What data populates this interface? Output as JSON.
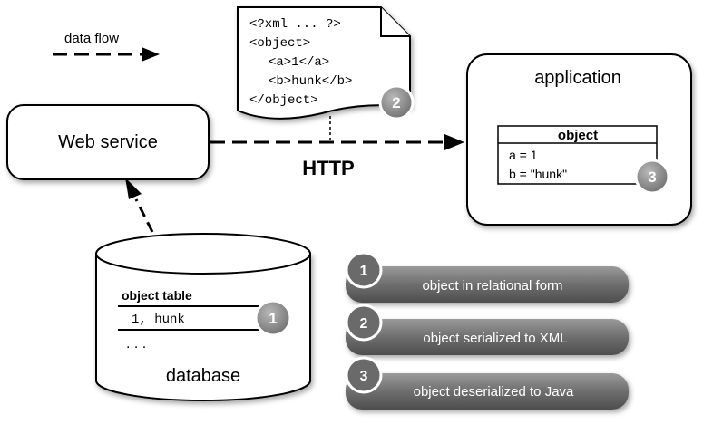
{
  "legend": {
    "data_flow_label": "data flow"
  },
  "web_service": {
    "label": "Web service"
  },
  "xml_document": {
    "lines": [
      "<?xml ... ?>",
      "<object>",
      "<a>1</a>",
      "<b>hunk</b>",
      "</object>"
    ],
    "step_badge": "2"
  },
  "http_label": "HTTP",
  "application": {
    "title": "application",
    "object_box": {
      "header": "object",
      "fields": [
        "a = 1",
        "b = \"hunk\""
      ],
      "step_badge": "3"
    }
  },
  "database": {
    "table_title": "object table",
    "row": "1, hunk",
    "ellipsis": ". . .",
    "label": "database",
    "step_badge": "1"
  },
  "steps": [
    {
      "number": "1",
      "text": "object in relational form"
    },
    {
      "number": "2",
      "text": "object serialized to XML"
    },
    {
      "number": "3",
      "text": "object deserialized to Java"
    }
  ],
  "colors": {
    "pill_dark": "#5a5a5a",
    "pill_light": "#8e8e8e",
    "badge_gray": "#8a8a8a",
    "outline": "#000000",
    "background": "#ffffff"
  }
}
